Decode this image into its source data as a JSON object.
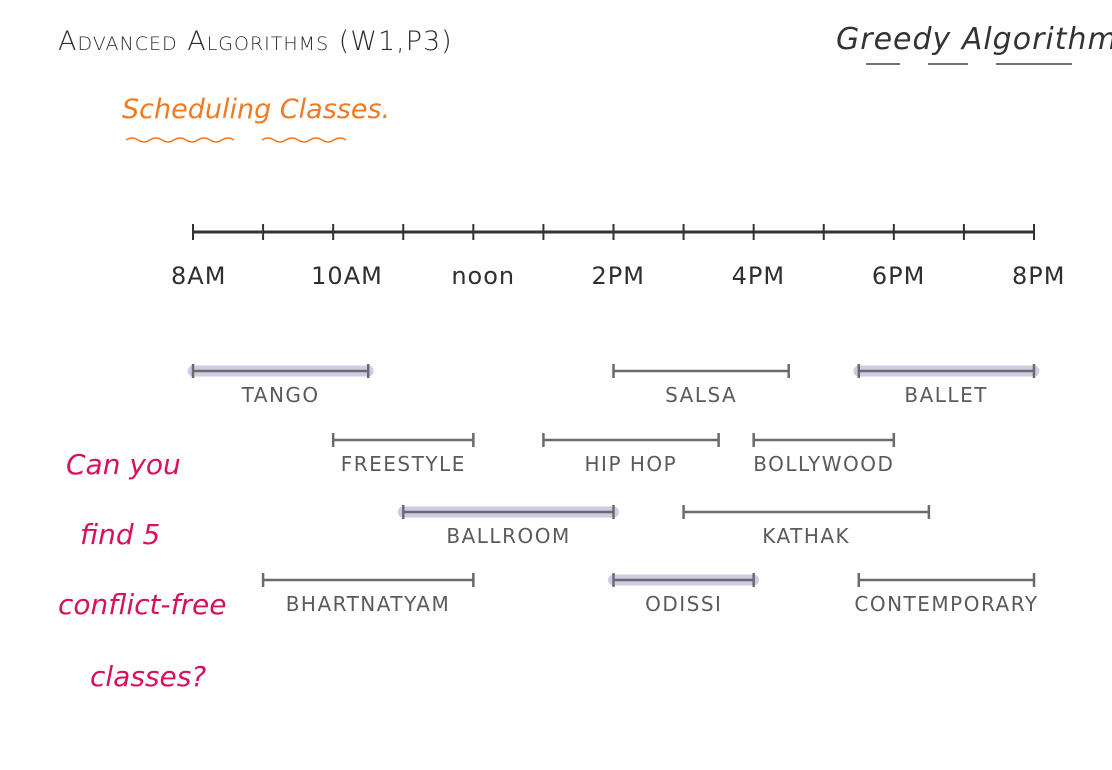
{
  "header": {
    "course_title": "Advanced Algorithms (W1,P3)",
    "topic_title": "Greedy Algorithms",
    "section_title": "Scheduling Classes."
  },
  "timeline": {
    "ticks": [
      "8AM",
      "10AM",
      "noon",
      "2PM",
      "4PM",
      "6PM",
      "8PM"
    ]
  },
  "classes": [
    {
      "name": "TANGO",
      "start": 8,
      "end": 10.5,
      "highlighted": true
    },
    {
      "name": "SALSA",
      "start": 14,
      "end": 16.5,
      "highlighted": false
    },
    {
      "name": "BALLET",
      "start": 17.5,
      "end": 20,
      "highlighted": true
    },
    {
      "name": "FREESTYLE",
      "start": 10,
      "end": 12,
      "highlighted": false
    },
    {
      "name": "HIP HOP",
      "start": 13,
      "end": 15.5,
      "highlighted": false
    },
    {
      "name": "BOLLYWOOD",
      "start": 16,
      "end": 18,
      "highlighted": false
    },
    {
      "name": "BALLROOM",
      "start": 11,
      "end": 14,
      "highlighted": true
    },
    {
      "name": "KATHAK",
      "start": 15,
      "end": 18.5,
      "highlighted": false
    },
    {
      "name": "BHARTNATYAM",
      "start": 9,
      "end": 12,
      "highlighted": false
    },
    {
      "name": "ODISSI",
      "start": 14,
      "end": 16,
      "highlighted": true
    },
    {
      "name": "CONTEMPORARY",
      "start": 17.5,
      "end": 20,
      "highlighted": false
    }
  ],
  "question": {
    "lines": [
      "Can you",
      "find 5",
      "conflict-free",
      "classes?"
    ]
  },
  "colors": {
    "axis": "#333333",
    "interval": "#6b6b6b",
    "highlight": "#c9bde0",
    "question": "#d8115c",
    "section_title": "#f07a24"
  }
}
